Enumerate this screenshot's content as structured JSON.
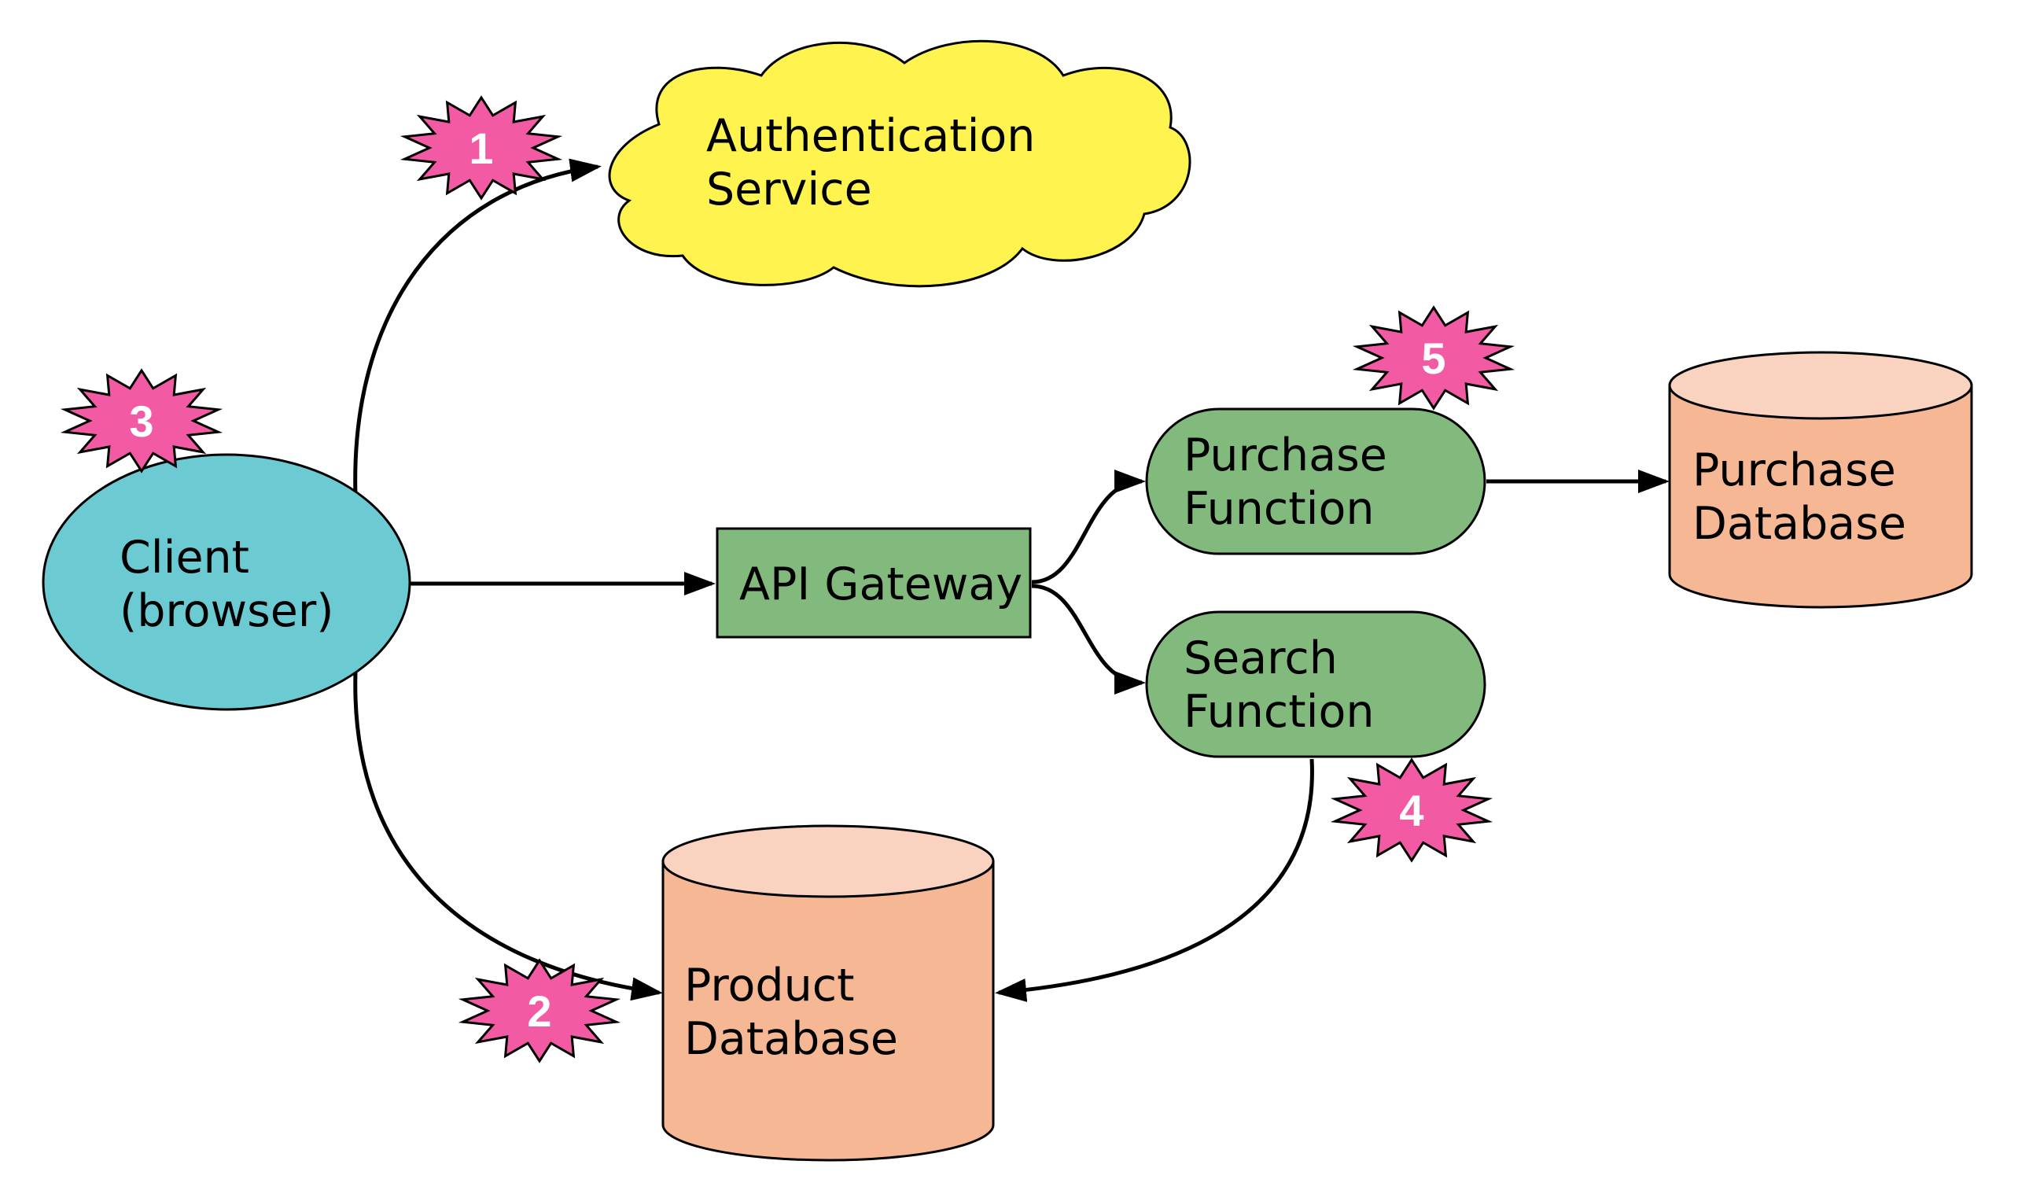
{
  "colors": {
    "auth": "#fff44f",
    "client": "#6ccad2",
    "green": "#82b97d",
    "db_side": "#f6b795",
    "db_top": "#f9d3c0",
    "badge": "#f25ba3"
  },
  "nodes": {
    "auth_service": {
      "line1": "Authentication",
      "line2": "Service"
    },
    "client": {
      "line1": "Client",
      "line2": "(browser)"
    },
    "api_gateway": {
      "label": "API Gateway"
    },
    "purchase_function": {
      "line1": "Purchase",
      "line2": "Function"
    },
    "search_function": {
      "line1": "Search",
      "line2": "Function"
    },
    "purchase_database": {
      "line1": "Purchase",
      "line2": "Database"
    },
    "product_database": {
      "line1": "Product",
      "line2": "Database"
    }
  },
  "badges": [
    "1",
    "2",
    "3",
    "4",
    "5"
  ],
  "edges": [
    {
      "from": "Client (browser)",
      "to": "Authentication Service"
    },
    {
      "from": "Client (browser)",
      "to": "API Gateway"
    },
    {
      "from": "Client (browser)",
      "to": "Product Database"
    },
    {
      "from": "API Gateway",
      "to": "Purchase Function"
    },
    {
      "from": "API Gateway",
      "to": "Search Function"
    },
    {
      "from": "Purchase Function",
      "to": "Purchase Database"
    },
    {
      "from": "Search Function",
      "to": "Product Database"
    }
  ]
}
